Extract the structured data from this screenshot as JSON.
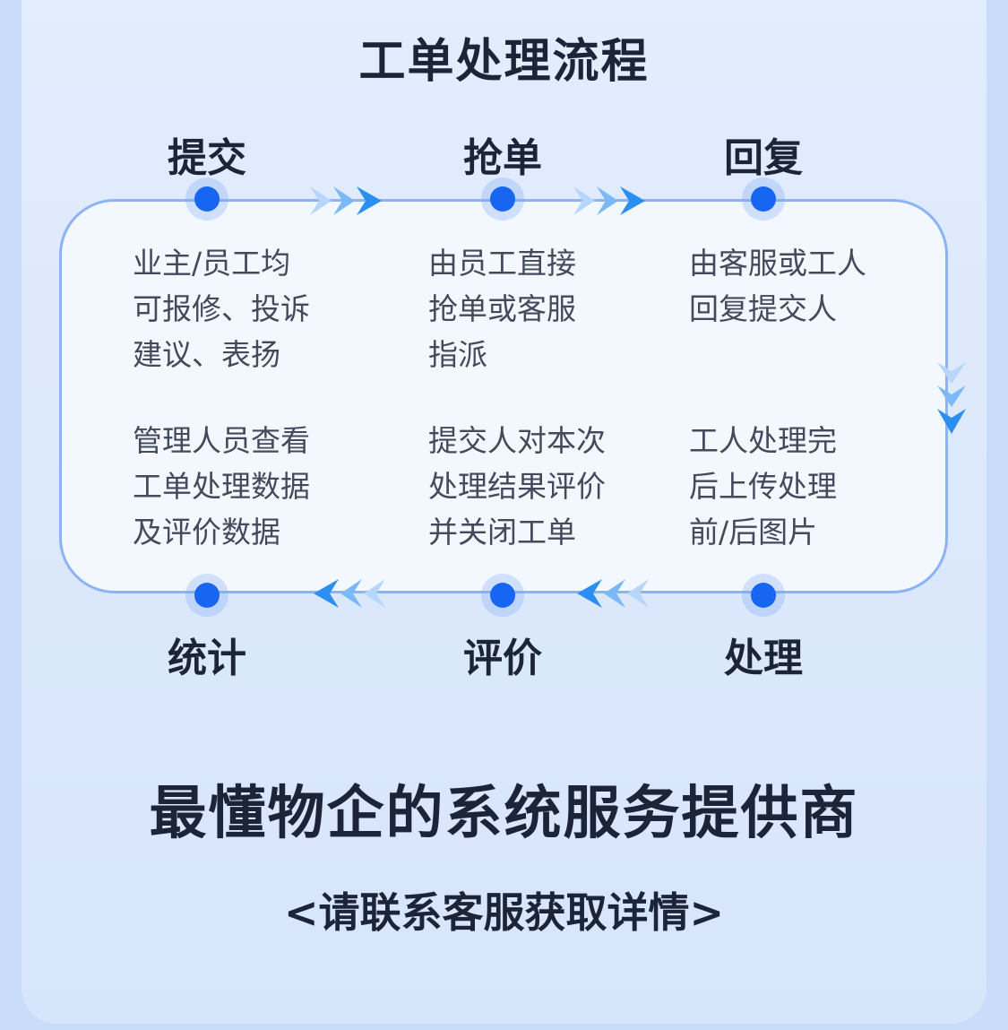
{
  "title": "工单处理流程",
  "steps": [
    {
      "label": "提交",
      "desc": "业主/员工均\n可报修、投诉\n建议、表扬"
    },
    {
      "label": "抢单",
      "desc": "由员工直接\n抢单或客服\n指派"
    },
    {
      "label": "回复",
      "desc": "由客服或工人\n回复提交人"
    },
    {
      "label": "处理",
      "desc": "工人处理完\n后上传处理\n前/后图片"
    },
    {
      "label": "评价",
      "desc": "提交人对本次\n处理结果评价\n并关闭工单"
    },
    {
      "label": "统计",
      "desc": "管理人员查看\n工单处理数据\n及评价数据"
    }
  ],
  "slogan": "最懂物企的系统服务提供商",
  "contact": "<请联系客服获取详情>",
  "colors": {
    "accent": "#1666f2",
    "arrow": "#2b8ff2",
    "border": "#8db2f6",
    "text_dark": "#1c2439",
    "text_body": "#424a5b"
  }
}
